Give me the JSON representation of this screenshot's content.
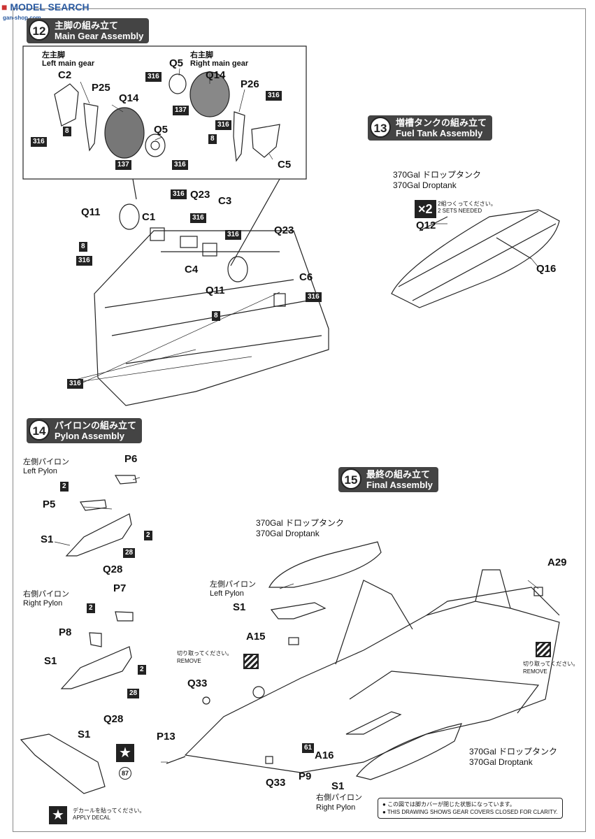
{
  "watermark": {
    "site": "MODEL SEARCH",
    "domain": "gan-shop.com"
  },
  "steps": [
    {
      "num": "12",
      "jp": "主脚の組み立て",
      "en": "Main Gear Assembly"
    },
    {
      "num": "13",
      "jp": "増槽タンクの組み立て",
      "en": "Fuel Tank Assembly"
    },
    {
      "num": "14",
      "jp": "パイロンの組み立て",
      "en": "Pylon Assembly"
    },
    {
      "num": "15",
      "jp": "最終の組み立て",
      "en": "Final Assembly"
    }
  ],
  "gear": {
    "left_jp": "左主脚",
    "left_en": "Left main gear",
    "right_jp": "右主脚",
    "right_en": "Right main gear"
  },
  "parts": {
    "C1": "C1",
    "C2": "C2",
    "C3": "C3",
    "C4": "C4",
    "C5": "C5",
    "C6": "C6",
    "P25": "P25",
    "P26": "P26",
    "Q5": "Q5",
    "Q14": "Q14",
    "Q11": "Q11",
    "Q23": "Q23",
    "Q12": "Q12",
    "Q16": "Q16",
    "P5": "P5",
    "P6": "P6",
    "P7": "P7",
    "P8": "P8",
    "P9": "P9",
    "P13": "P13",
    "S1": "S1",
    "Q28": "Q28",
    "Q33": "Q33",
    "A15": "A15",
    "A16": "A16",
    "A29": "A29"
  },
  "paints": {
    "c316": "316",
    "c137": "137",
    "c8": "8",
    "c2": "2",
    "c28": "28",
    "c61": "61",
    "c87": "87"
  },
  "tank": {
    "jp": "370Gal ドロップタンク",
    "en": "370Gal Droptank",
    "x2": "×2",
    "sets_jp": "2組つくってください。",
    "sets_en": "2 SETS NEEDED"
  },
  "pylon": {
    "left_jp": "左側パイロン",
    "left_en": "Left Pylon",
    "right_jp": "右側パイロン",
    "right_en": "Right Pylon"
  },
  "remove": {
    "jp": "切り取ってください。",
    "en": "REMOVE"
  },
  "decal": {
    "jp": "デカールを貼ってください。",
    "en": "APPLY DECAL"
  },
  "note": {
    "jp": "この図では脚カバーが閉じた状態になっています。",
    "en": "THIS DRAWING SHOWS GEAR COVERS CLOSED FOR CLARITY."
  }
}
